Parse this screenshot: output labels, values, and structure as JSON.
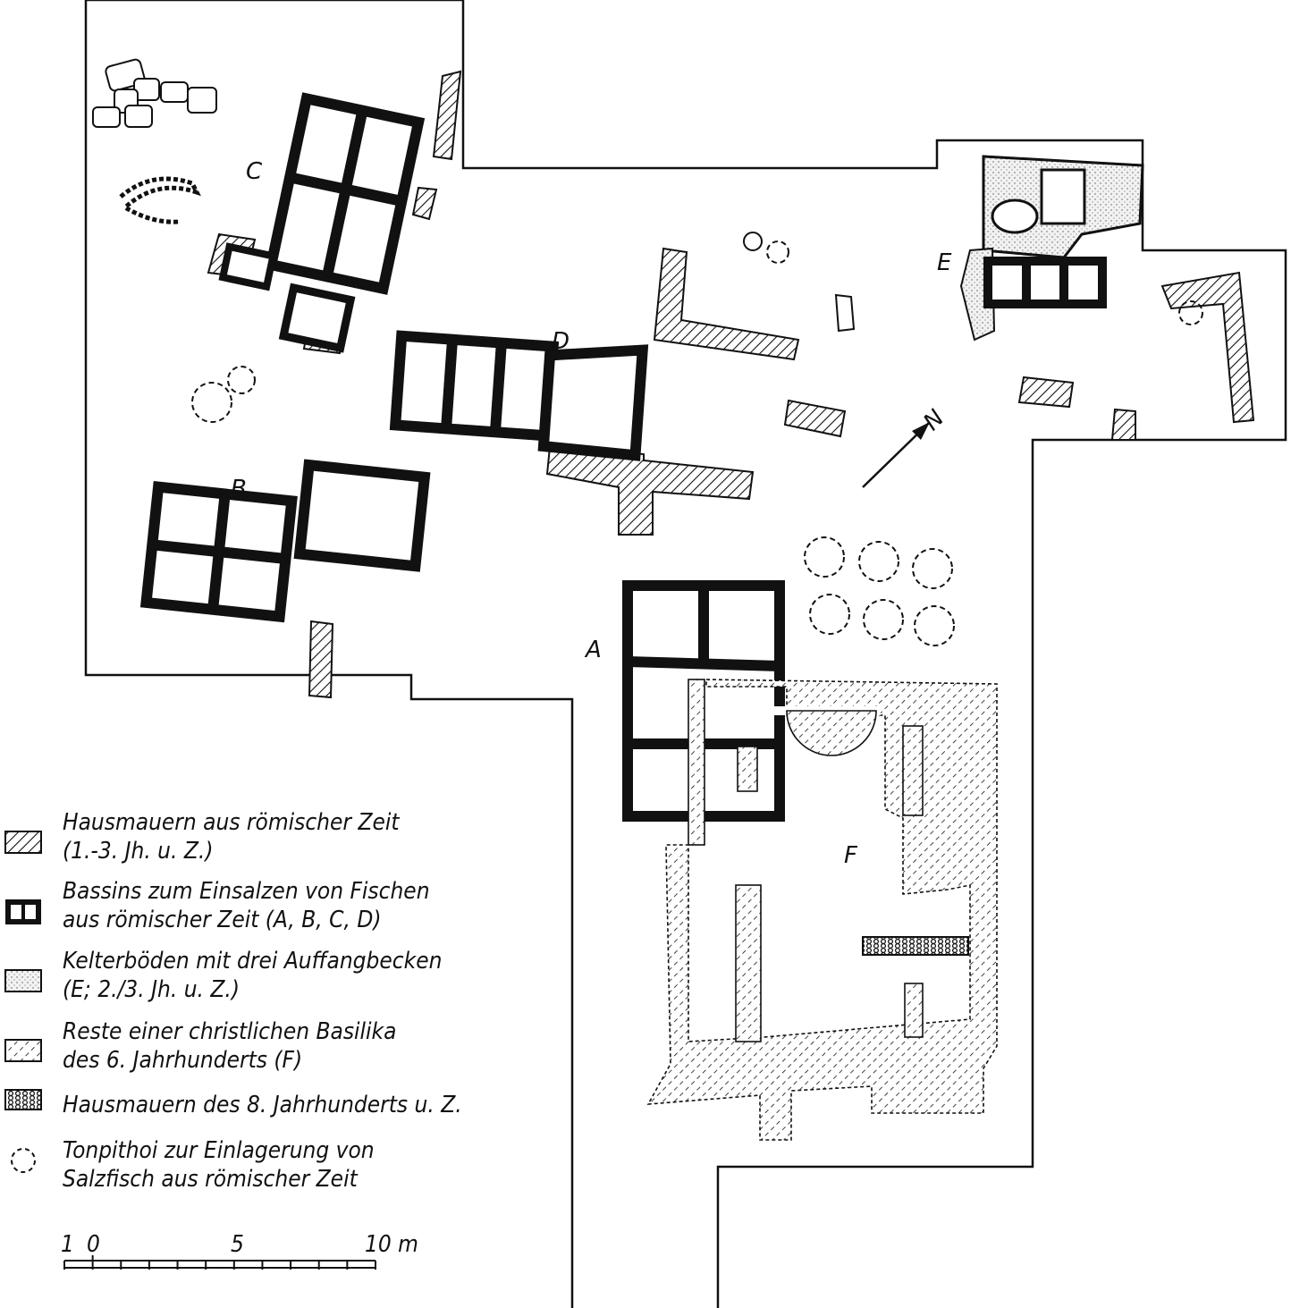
{
  "plan": {
    "labels": {
      "a": "A",
      "b": "B",
      "c": "C",
      "d": "D",
      "e": "E",
      "f": "F"
    },
    "north": "N"
  },
  "legend": [
    {
      "line1": "Hausmauern aus römischer Zeit",
      "line2": "(1.-3. Jh. u. Z.)",
      "symbol": "diagonal-hatch"
    },
    {
      "line1": "Bassins zum Einsalzen von Fischen",
      "line2": "aus römischer Zeit (A, B, C, D)",
      "symbol": "black-basin"
    },
    {
      "line1": "Kelterböden mit drei Auffangbecken",
      "line2": "(E; 2./3. Jh. u. Z.)",
      "symbol": "stipple"
    },
    {
      "line1": "Reste einer christlichen Basilika",
      "line2": "des 6. Jahrhunderts (F)",
      "symbol": "dashed-hatch"
    },
    {
      "line1": "Hausmauern des 8. Jahrhunderts u. Z.",
      "line2": "",
      "symbol": "wave-hatch"
    },
    {
      "line1": "Tonpithoi zur Einlagerung von",
      "line2": "Salzfisch aus römischer Zeit",
      "symbol": "dashed-circle"
    }
  ],
  "scale": {
    "labels": [
      "1",
      "0",
      "5",
      "10 m"
    ]
  },
  "colors": {
    "ink": "#111111",
    "paper": "#ffffff"
  }
}
